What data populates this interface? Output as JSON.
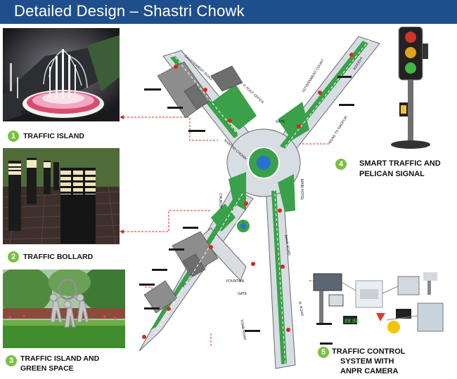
{
  "header": {
    "title": "Detailed Design – Shastri  Chowk"
  },
  "features": [
    {
      "num": "1",
      "label": "TRAFFIC ISLAND"
    },
    {
      "num": "2",
      "label": "TRAFFIC BOLLARD"
    },
    {
      "num": "3",
      "label_line1": "TRAFFIC ISLAND AND",
      "label_line2": "GREEN SPACE"
    },
    {
      "num": "4",
      "label_line1": "SMART TRAFFIC AND",
      "label_line2": "PELICAN SIGNAL"
    },
    {
      "num": "5",
      "label_line1": "TRAFFIC CONTROL",
      "label_line2": "SYSTEM WITH",
      "label_line3": "ANPR CAMERA"
    }
  ],
  "plan_labels": {
    "government_road": "GOVERNMENT ROAD",
    "government_court": "GOVERNMENT COURT",
    "post_office": "P. POST OFFICE",
    "gate_top": "GATE",
    "gate_bottom": "GATE",
    "church": "CHURCH",
    "fountain": "FOUNTAIN",
    "pr_club": "PR. CLUB",
    "main_hotel": "MAIN HOTEL",
    "rsiddhi": "RSIDDHI",
    "road_to_nagpur": "ROAD TO NAGPUR",
    "shastri_chowk": "SHASTRI CHOWK",
    "tomb_road": "TOMB ROAD",
    "bank_road": "BANK ROAD",
    "n_road": "N. ROAD"
  },
  "anpr_display": {
    "readout": "88:88"
  },
  "colors": {
    "header": "#1f4e8c",
    "badge": "#7ac143",
    "road": "#d7dde2",
    "green": "#3aa14a",
    "building": "#8d8d8d",
    "leader": "#d9281e"
  }
}
